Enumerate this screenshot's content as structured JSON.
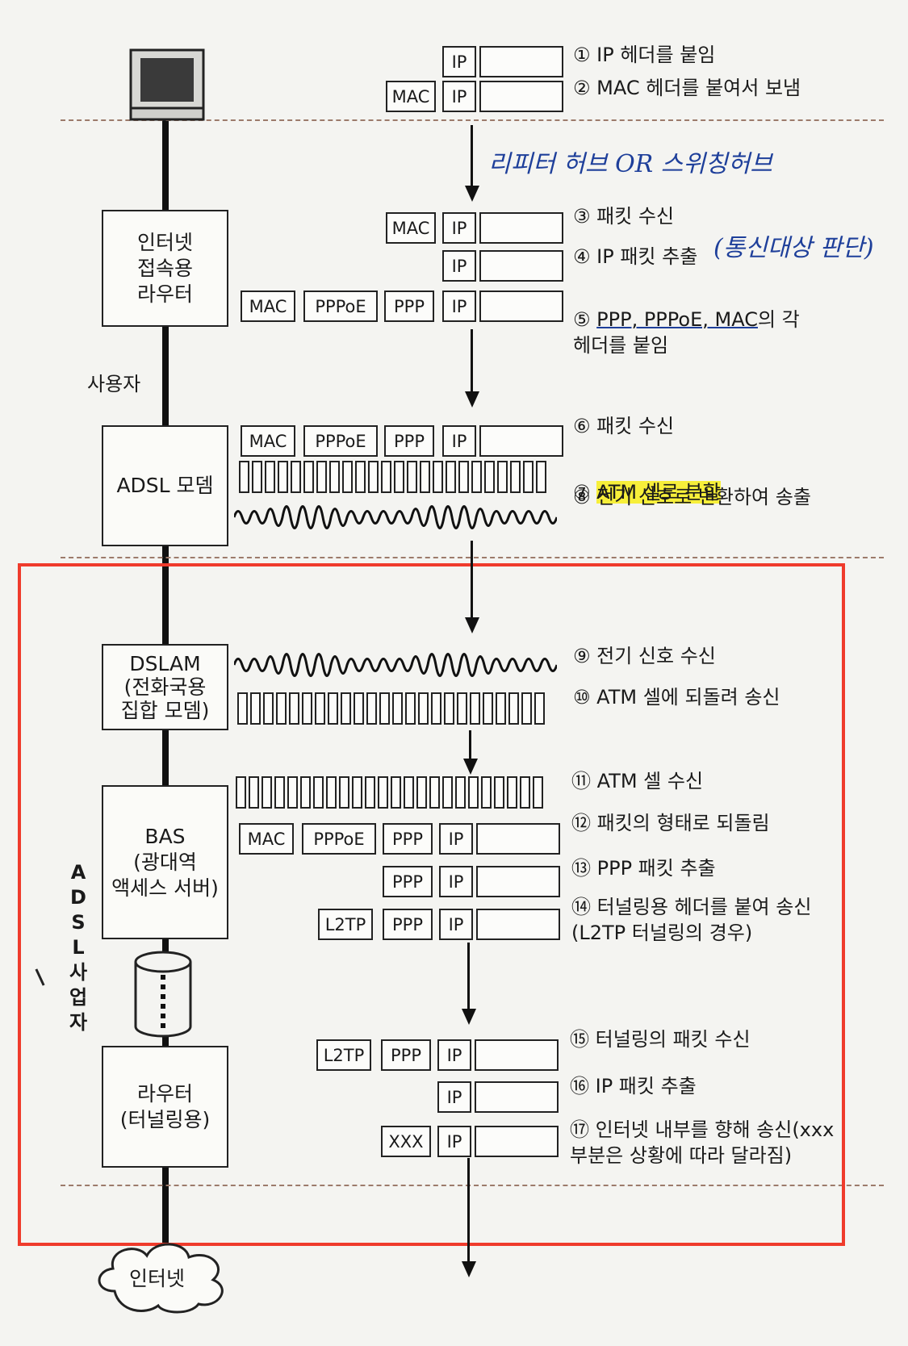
{
  "nodes": {
    "router_user": "인터넷\n접속용\n라우터",
    "adsl_modem": "ADSL 모뎀",
    "dslam": "DSLAM\n(전화국용\n집합 모뎀)",
    "bas": "BAS\n(광대역\n액세스 서버)",
    "router_tunnel": "라우터\n(터널링용)",
    "internet": "인터넷"
  },
  "side_labels": {
    "user": "사용자",
    "provider": "ADSL 사업자"
  },
  "header_labels": {
    "mac": "MAC",
    "ip": "IP",
    "pppoe": "PPPoE",
    "ppp": "PPP",
    "l2tp": "L2TP",
    "xxx": "XXX"
  },
  "handwritten": {
    "hub_note": "리피터 허브 OR 스위칭허브",
    "step4_note": "(통신대상 판단)"
  },
  "steps": {
    "s1": "① IP 헤더를 붙임",
    "s2": "② MAC 헤더를 붙여서 보냄",
    "s3": "③ 패킷 수신",
    "s4": "④ IP 패킷 추출",
    "s5a": "PPP, PPPoE, MAC",
    "s5b": "의 각\n헤더를 붙임",
    "s6": "⑥ 패킷 수신",
    "s7": "ATM 셀로 분할",
    "s8": "⑧ 전기 신호로 변환하여 송출",
    "s9": "⑨ 전기 신호 수신",
    "s10": "⑩ ATM 셀에 되돌려 송신",
    "s11": "⑪ ATM 셀 수신",
    "s12": "⑫ 패킷의 형태로 되돌림",
    "s13": "⑬ PPP 패킷 추출",
    "s14": "⑭ 터널링용 헤더를 붙여 송신\n(L2TP 터널링의 경우)",
    "s15": "⑮ 터널링의 패킷 수신",
    "s16": "⑯ IP 패킷 추출",
    "s17": "⑰ 인터넷 내부를 향해 송신(xxx\n부분은 상황에 따라 달라짐)"
  },
  "step_numbers": {
    "s5": "⑤",
    "s7": "⑦"
  },
  "colors": {
    "highlight": "#f7ef3a",
    "handwriting": "#1e3f9a",
    "frame": "#ef3b2c"
  }
}
